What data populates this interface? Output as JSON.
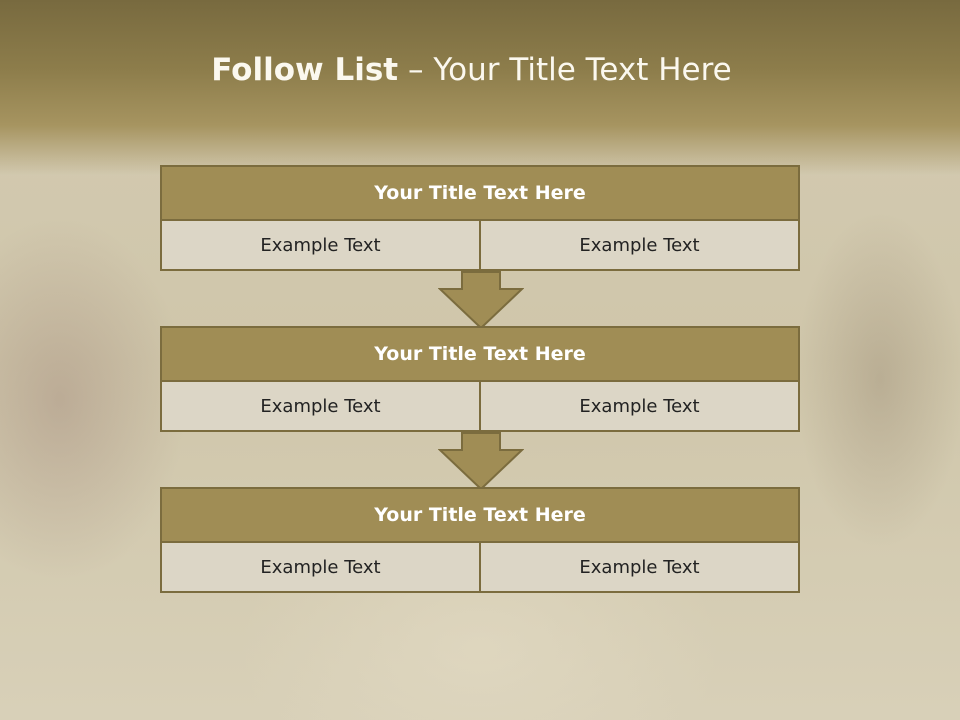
{
  "slide": {
    "title_bold": "Follow List",
    "title_rest": " – Your Title Text Here"
  },
  "blocks": [
    {
      "title": "Your Title Text Here",
      "cells": [
        "Example Text",
        "Example Text"
      ]
    },
    {
      "title": "Your Title Text Here",
      "cells": [
        "Example Text",
        "Example Text"
      ]
    },
    {
      "title": "Your Title Text Here",
      "cells": [
        "Example Text",
        "Example Text"
      ]
    }
  ],
  "colors": {
    "header_fill": "#a08d55",
    "border": "#7b6c3e",
    "cell_fill": "#dcd6c6",
    "arrow_fill": "#a08d55"
  },
  "icons": [
    "down-arrow-icon"
  ]
}
